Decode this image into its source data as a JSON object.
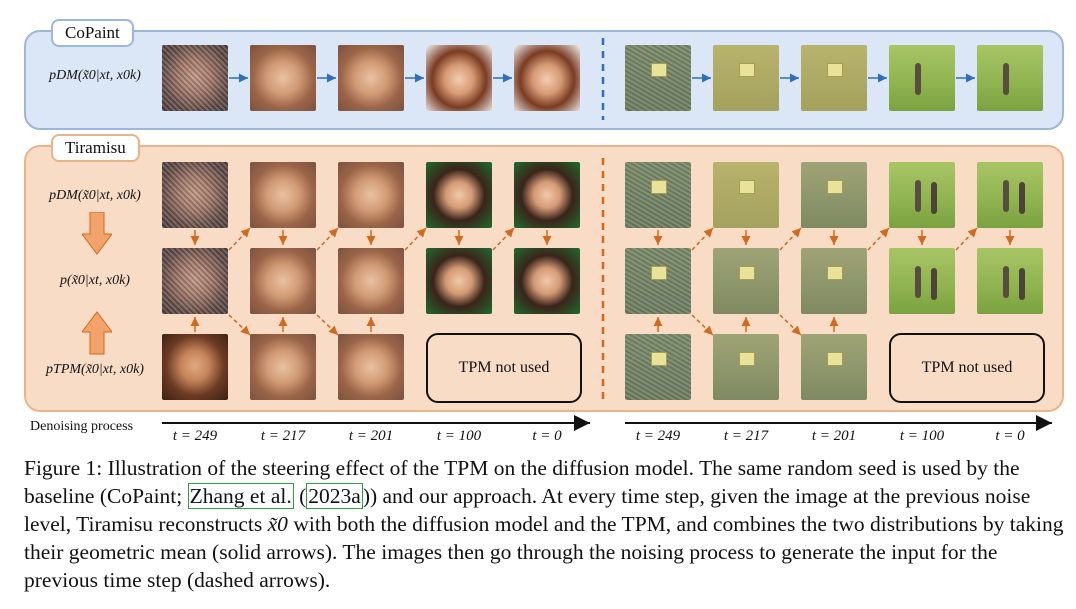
{
  "panels": {
    "top_tag": "CoPaint",
    "bottom_tag": "Tiramisu",
    "top_row_label": "pDM(x̃0|xt, x0k)",
    "rows": {
      "dm": "pDM(x̃0|xt, x0k)",
      "mix": "p(x̃0|xt, x0k)",
      "tpm": "pTPM(x̃0|xt, x0k)"
    },
    "tpm_not_used": "TPM not used"
  },
  "timeline": {
    "label": "Denoising process",
    "steps": [
      "t = 249",
      "t = 217",
      "t = 201",
      "t = 100",
      "t = 0"
    ]
  },
  "caption": {
    "part1": "Figure 1: Illustration of the steering effect of the TPM on the diffusion model. The same random seed is used by the baseline (CoPaint; ",
    "cite_author": "Zhang et al.",
    "cite_open": " (",
    "cite_year": "2023a",
    "part2": ")) and our approach. At every time step, given the image at the previous noise level, Tiramisu reconstructs ",
    "symbol": "x̃0",
    "part3": " with both the diffusion model and the TPM, and combines the two distributions by taking their geometric mean (solid arrows). The images then go through the noising process to generate the input for the previous time step (dashed arrows)."
  },
  "colors": {
    "top_panel": "#dbe7f6",
    "bottom_panel": "#f8dcc6",
    "blue_arrow": "#2e6fb8",
    "orange_arrow": "#d2691e"
  }
}
